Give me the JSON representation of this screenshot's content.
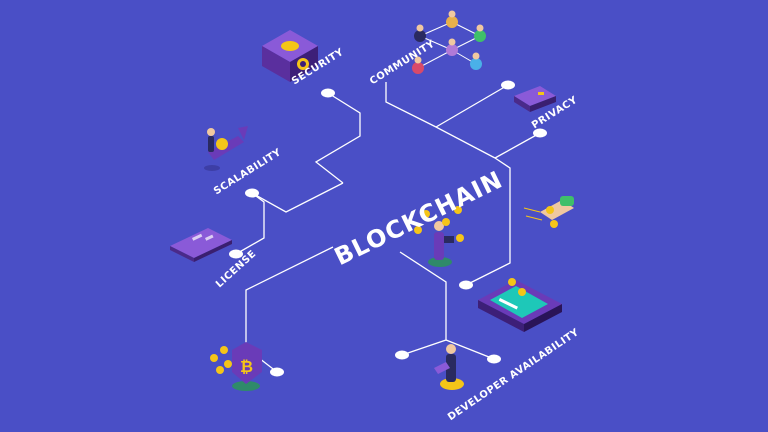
{
  "diagram": {
    "title": "BLOCKCHAIN",
    "nodes": {
      "security": "SECURITY",
      "community": "COMMUNITY",
      "privacy": "PRIVACY",
      "scalability": "SCALABILITY",
      "license": "LICENSE",
      "developer": "DEVELOPER AVAILABILITY"
    }
  },
  "colors": {
    "background": "#4a4fc6",
    "line": "#ffffff",
    "accent_purple": "#6a3bb8",
    "accent_gold": "#f5c518"
  },
  "icons": [
    "safe-icon",
    "people-network-icon",
    "wallet-icon",
    "person-climbing-icon",
    "credit-card-icon",
    "coins-hand-icon",
    "person-laptop-icon",
    "smartphone-icon",
    "bitcoin-shield-icon",
    "developer-laptop-icon"
  ]
}
